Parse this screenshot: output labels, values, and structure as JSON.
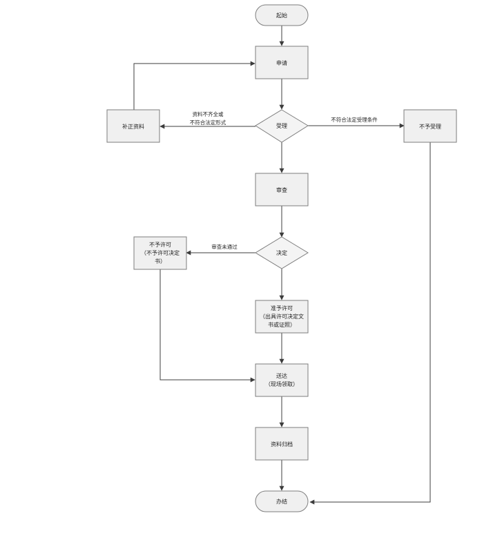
{
  "colors": {
    "node_fill": "#f0f0f0",
    "node_stroke": "#7d7d7d",
    "line": "#3c3c3c",
    "text": "#222222"
  },
  "nodes": {
    "start": "起始",
    "apply": "申请",
    "supplement": "补正资料",
    "accept": "受理",
    "reject": "不予受理",
    "review": "审查",
    "decide": "决定",
    "deny": [
      "不予许可",
      "（不予许可决定",
      "书）"
    ],
    "approve": [
      "准予许可",
      "（出具许可决定文",
      "书或证照）"
    ],
    "deliver": [
      "送达",
      "（现场领取）"
    ],
    "archive": "资料归档",
    "end": "办结"
  },
  "edges": {
    "incomplete": [
      "资料不齐全或",
      "不符合法定形式"
    ],
    "not_eligible": "不符合法定受理条件",
    "review_failed": "审查未通过"
  }
}
